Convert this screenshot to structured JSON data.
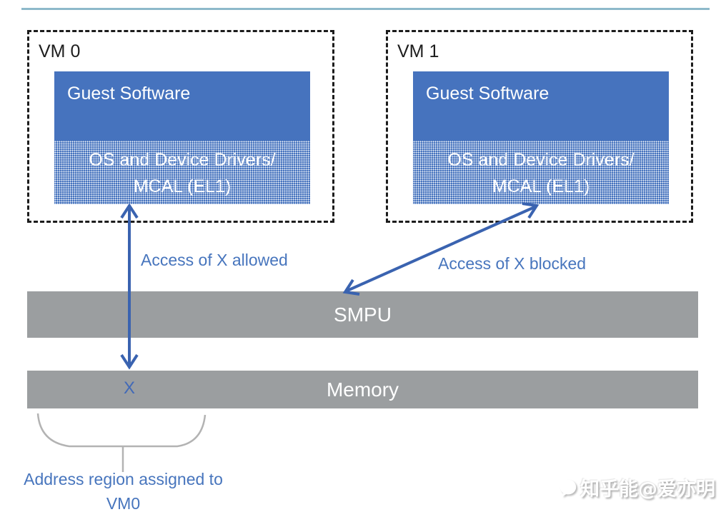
{
  "colors": {
    "accent_blue": "#4673be",
    "arrow_blue": "#3a63b0",
    "label_blue": "#4775bd",
    "bar_gray": "#9b9ea0",
    "brace_gray": "#b3b3b3",
    "top_rule_teal": "#8db9ca",
    "dashed_border_black": "#1c1c1c"
  },
  "vm0": {
    "label": "VM 0",
    "guest_label": "Guest Software",
    "os_line1": "OS and Device Drivers/",
    "os_line2": "MCAL (EL1)"
  },
  "vm1": {
    "label": "VM 1",
    "guest_label": "Guest Software",
    "os_line1": "OS and Device Drivers/",
    "os_line2": "MCAL (EL1)"
  },
  "bars": {
    "smpu_label": "SMPU",
    "memory_label": "Memory",
    "memory_region_marker": "X"
  },
  "annotations": {
    "allowed": "Access of X allowed",
    "blocked": "Access of X blocked",
    "brace_line1": "Address region assigned to",
    "brace_line2": "VM0"
  },
  "watermark": {
    "text": "知乎能@爱亦明",
    "logo": "zhihu-bubble-icon"
  }
}
